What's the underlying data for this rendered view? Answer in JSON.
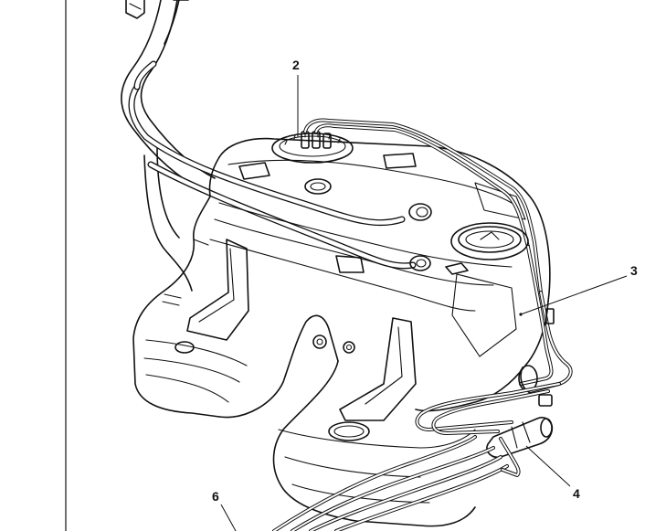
{
  "diagram": {
    "callouts": [
      {
        "id": "2",
        "label": "2"
      },
      {
        "id": "3",
        "label": "3"
      },
      {
        "id": "4",
        "label": "4"
      },
      {
        "id": "6",
        "label": "6"
      }
    ]
  },
  "colors": {
    "line": "#111111",
    "background": "#ffffff"
  }
}
